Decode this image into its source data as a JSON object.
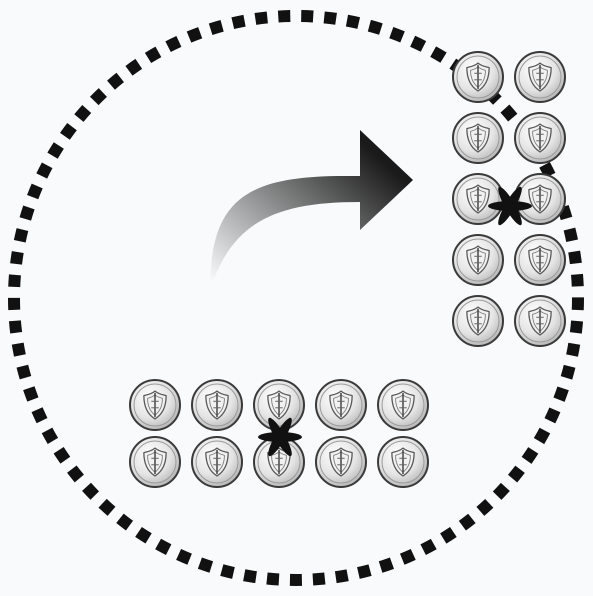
{
  "scene": {
    "background_color": "#f8fafb",
    "ring_color": "#111111",
    "arrow_gradient": [
      "#f8fafb",
      "#1a1a1a"
    ],
    "token_icon": "shield-icon",
    "rotation_mark_icon": "asterisk-icon",
    "groups": [
      {
        "id": "formation-before",
        "orientation": "horizontal",
        "rows": 2,
        "cols": 5
      },
      {
        "id": "formation-after",
        "orientation": "vertical",
        "rows": 5,
        "cols": 2
      }
    ]
  }
}
